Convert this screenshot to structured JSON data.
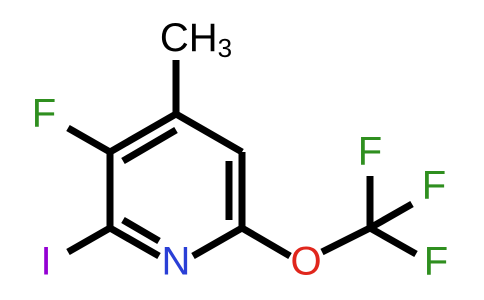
{
  "molecule": {
    "atoms": {
      "methyl_C": "CH",
      "methyl_sub": "3",
      "fluoro": "F",
      "iodo": "I",
      "nitrogen": "N",
      "oxygen": "O",
      "cf3_f_top": "F",
      "cf3_f_right": "F",
      "cf3_f_bottom": "F"
    },
    "colors": {
      "carbon_hydrogen": "#000000",
      "fluorine": "#2f8f1f",
      "iodine": "#9400d3",
      "nitrogen": "#2a3fd6",
      "oxygen": "#e0261c",
      "bond": "#000000"
    }
  }
}
